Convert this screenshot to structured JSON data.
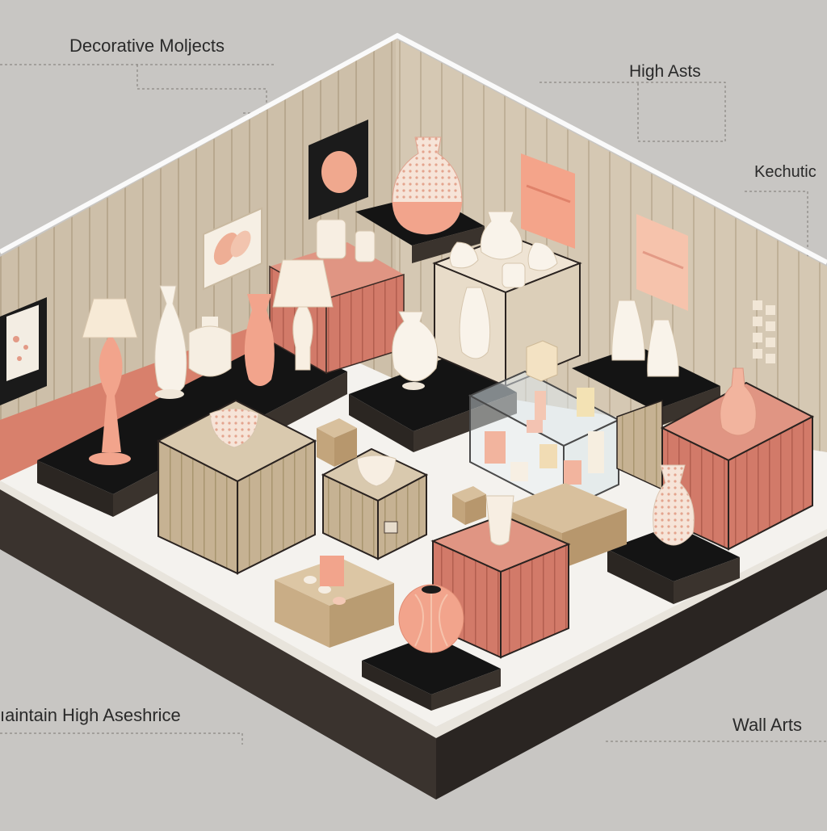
{
  "labels": {
    "decorative_objects": "Decorative Moljects",
    "high_arts": "High Asts",
    "kechutic": "Kechutic",
    "maintain": "ıaintain High Aseshrice",
    "wall_arts": "Wall Arts"
  },
  "colors": {
    "background": "#c8c6c3",
    "wall": "#cdbfa9",
    "floor": "#f4f2ee",
    "platform_black": "#141414",
    "crate_tan": "#c9b698",
    "crate_coral": "#d88272",
    "accent_peach": "#f0a28a",
    "cream": "#f7efe3"
  }
}
